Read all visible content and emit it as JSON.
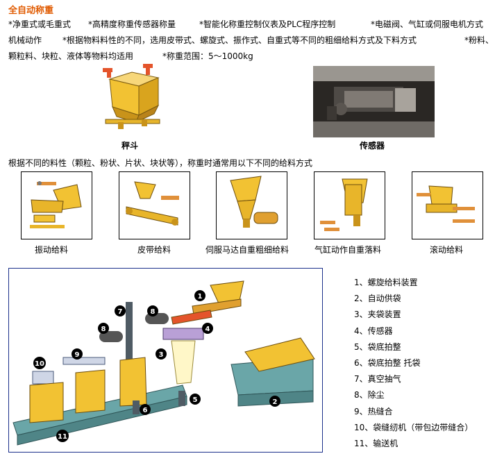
{
  "title": "全自动称重",
  "features": {
    "l1a": "*净重式或毛重式",
    "l1b": "*高精度称重传感器称量",
    "l1c": "*智能化称重控制仪表及PLC程序控制",
    "l1d": "*电磁阀、气缸或伺服电机方式",
    "l2a": "机械动作",
    "l2b": "*根据物料料性的不同，选用皮带式、螺旋式、振作式、自重式等不同的粗细给料方式及下料方式",
    "l2c": "*粉料、",
    "l3a": "颗粒料、块粒、液体等物料均适用",
    "l3b": "*称重范围：5～1000kg"
  },
  "images": {
    "hopper_caption": "秤斗",
    "sensor_caption": "传感器"
  },
  "intro_text": "根据不同的料性（颗粒、粉状、片状、块状等），称重时通常用以下不同的给料方式",
  "feeding_methods": [
    {
      "label": "振动给料"
    },
    {
      "label": "皮带给料"
    },
    {
      "label": "伺服马达自重粗细给料"
    },
    {
      "label": "气缸动作自重落料"
    },
    {
      "label": "滚动给料"
    }
  ],
  "diagram_numbers": [
    "1",
    "2",
    "3",
    "4",
    "5",
    "6",
    "7",
    "8",
    "8",
    "9",
    "10",
    "11"
  ],
  "legend": [
    "1、螺旋给料装置",
    "2、自动供袋",
    "3、夹袋装置",
    "4、传感器",
    "5、袋底拍整",
    "6、袋底拍整  托袋",
    "7、真空抽气",
    "8、除尘",
    "9、热缝合",
    "10、袋缝纫机（带包边带缝合）",
    "11、输送机"
  ],
  "colors": {
    "title": "#e05a00",
    "machine_yellow": "#f2c233",
    "machine_teal": "#6aa6a8",
    "diagram_border": "#1a2f8a"
  }
}
